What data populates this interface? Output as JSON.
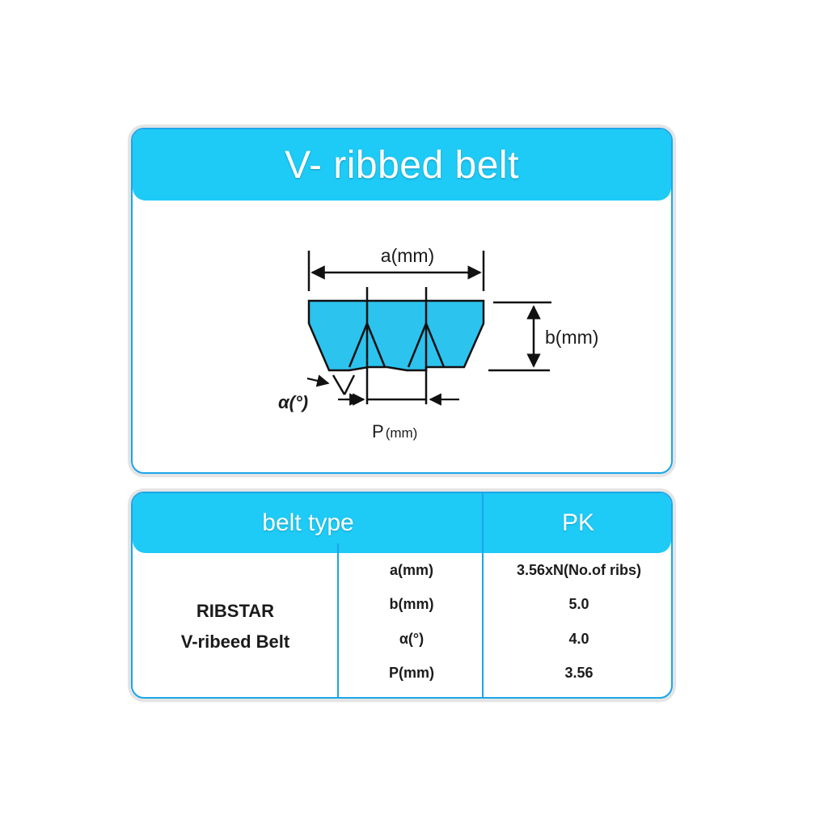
{
  "diagram": {
    "title": "V- ribbed belt",
    "labels": {
      "a": "a(mm)",
      "b": "b(mm)",
      "alpha": "α(°)",
      "p_main": "P",
      "p_unit": "(mm)"
    }
  },
  "table": {
    "header_type": "belt type",
    "header_code": "PK",
    "product_name": [
      "RIBSTAR",
      "V-ribeed Belt"
    ],
    "rows": [
      {
        "param": "a(mm)",
        "value": "3.56xN(No.of ribs)"
      },
      {
        "param": "b(mm)",
        "value": "5.0"
      },
      {
        "param": "α(°)",
        "value": "4.0"
      },
      {
        "param": "P(mm)",
        "value": "3.56"
      }
    ]
  },
  "colors": {
    "accent": "#1ecaf6",
    "border": "#1aa6ea",
    "belt_fill": "#2cc3ef",
    "text": "#1b1b1b"
  }
}
